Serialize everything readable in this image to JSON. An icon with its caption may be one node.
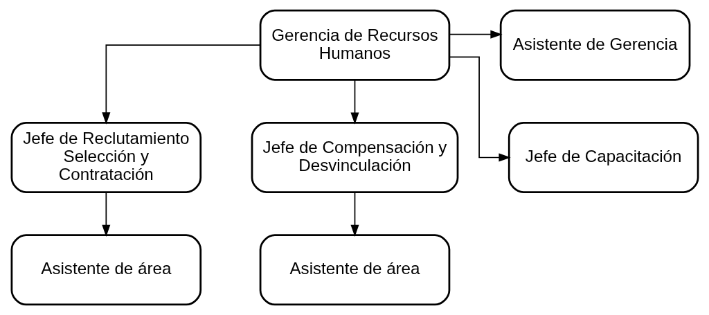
{
  "diagram": {
    "nodes": [
      {
        "text": [
          "Gerencia de Recursos Humanos"
        ]
      },
      {
        "text": [
          "Asistente de Gerencia"
        ]
      },
      {
        "text": [
          "Jefe de Reclutamiento Selección y Contratación"
        ]
      },
      {
        "text": [
          "Jefe de Compensación y Desvinculación"
        ]
      },
      {
        "text": [
          "Jefe de Capacitación"
        ]
      },
      {
        "text": [
          "Asistente de área"
        ]
      },
      {
        "text": [
          "Asistente de área"
        ]
      }
    ],
    "edges": [
      {
        "from": 0,
        "to": 1,
        "arrow": "to"
      },
      {
        "from": 0,
        "to": 2,
        "arrow": "to"
      },
      {
        "from": 0,
        "to": 3,
        "arrow": "to"
      },
      {
        "from": 0,
        "to": 4,
        "arrow": "to"
      },
      {
        "from": 2,
        "to": 5,
        "arrow": "to"
      },
      {
        "from": 3,
        "to": 6,
        "arrow": "to"
      }
    ]
  }
}
